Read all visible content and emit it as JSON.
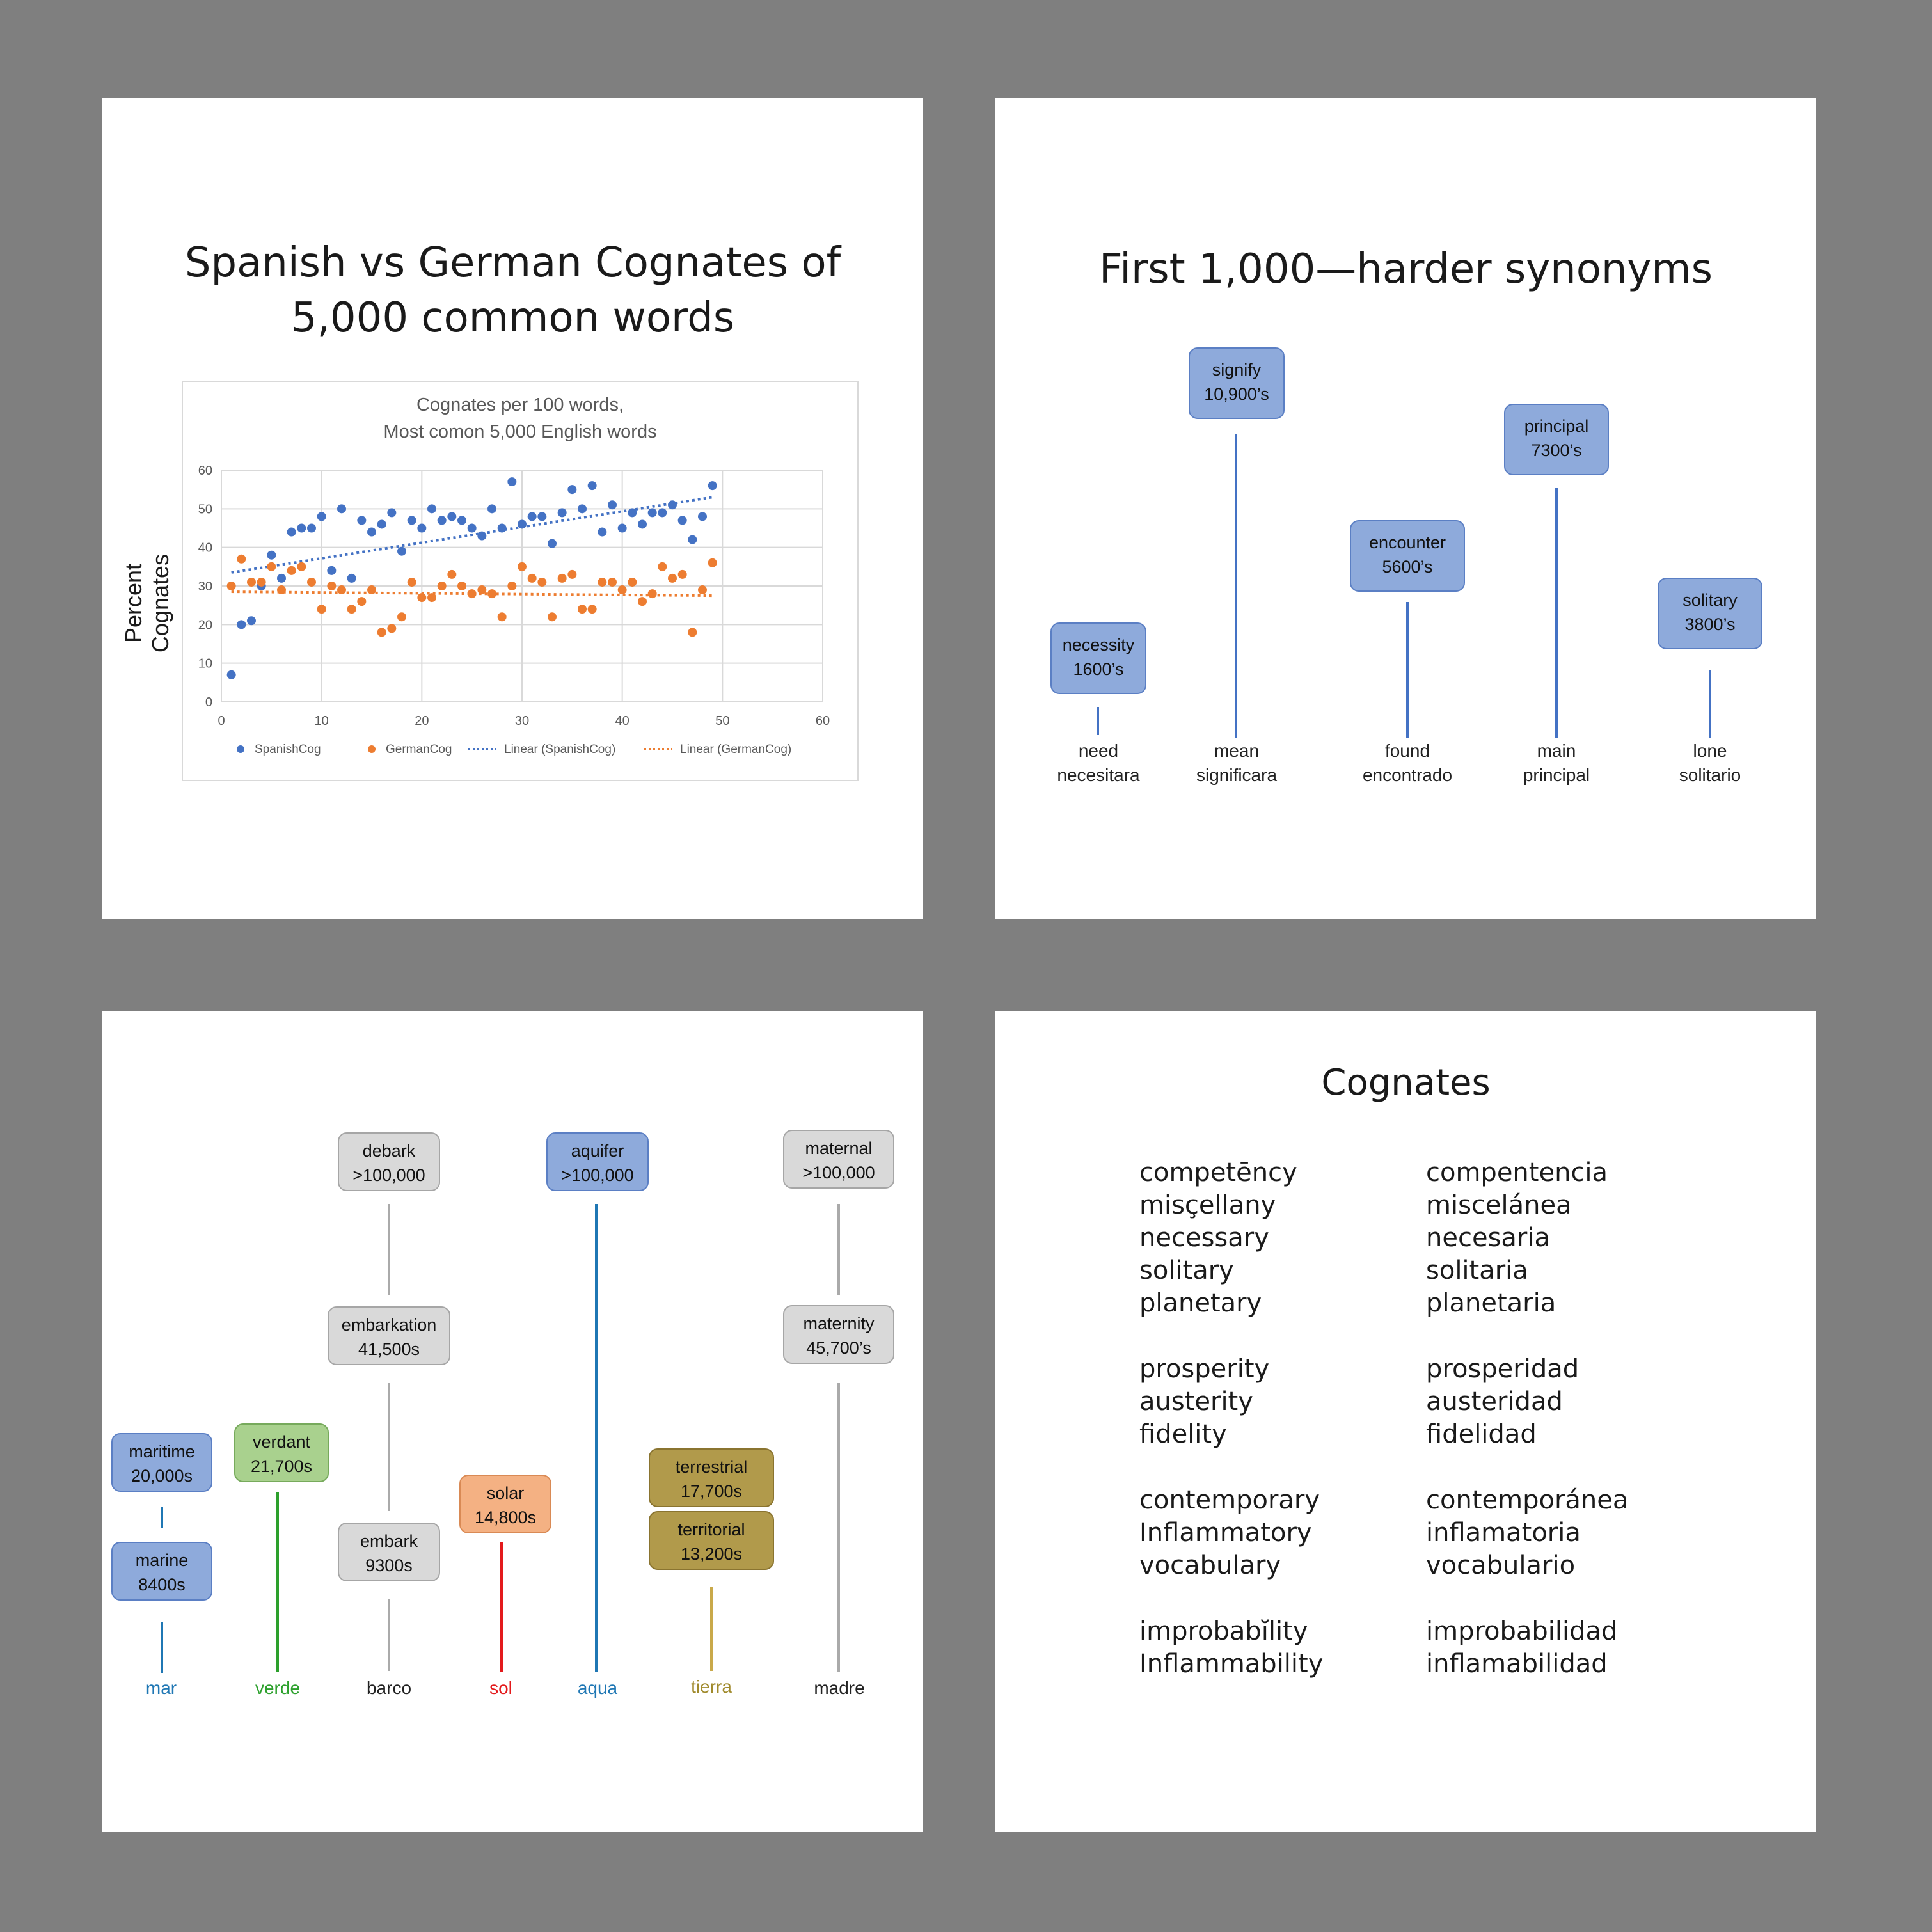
{
  "slide1": {
    "title": "Spanish vs German Cognates of 5,000 common words",
    "ylabel": "Percent Cognates",
    "chart_title_line1": "Cognates per 100 words,",
    "chart_title_line2": "Most comon 5,000 English words"
  },
  "chart_data": {
    "type": "scatter",
    "title": "Cognates per 100 words, Most comon 5,000 English words",
    "xlabel": "",
    "ylabel": "Percent Cognates",
    "xlim": [
      0,
      60
    ],
    "ylim": [
      0,
      60
    ],
    "x_ticks": [
      "0",
      "10",
      "20",
      "30",
      "40",
      "50",
      "60"
    ],
    "y_ticks": [
      "0",
      "10",
      "20",
      "30",
      "40",
      "50",
      "60"
    ],
    "grid": true,
    "legend_position": "bottom",
    "legend": [
      "SpanishCog",
      "GermanCog",
      "Linear (SpanishCog)",
      "Linear (GermanCog)"
    ],
    "series": [
      {
        "name": "SpanishCog",
        "color": "#4472c4",
        "points": [
          [
            1,
            7
          ],
          [
            2,
            20
          ],
          [
            3,
            21
          ],
          [
            4,
            30
          ],
          [
            5,
            38
          ],
          [
            6,
            32
          ],
          [
            7,
            44
          ],
          [
            8,
            45
          ],
          [
            9,
            45
          ],
          [
            10,
            48
          ],
          [
            11,
            34
          ],
          [
            12,
            50
          ],
          [
            13,
            32
          ],
          [
            14,
            47
          ],
          [
            15,
            44
          ],
          [
            16,
            46
          ],
          [
            17,
            49
          ],
          [
            18,
            39
          ],
          [
            19,
            47
          ],
          [
            20,
            45
          ],
          [
            21,
            50
          ],
          [
            22,
            47
          ],
          [
            23,
            48
          ],
          [
            24,
            47
          ],
          [
            25,
            45
          ],
          [
            26,
            43
          ],
          [
            27,
            50
          ],
          [
            28,
            45
          ],
          [
            29,
            57
          ],
          [
            30,
            46
          ],
          [
            31,
            48
          ],
          [
            32,
            48
          ],
          [
            33,
            41
          ],
          [
            34,
            49
          ],
          [
            35,
            55
          ],
          [
            36,
            50
          ],
          [
            37,
            56
          ],
          [
            38,
            44
          ],
          [
            39,
            51
          ],
          [
            40,
            45
          ],
          [
            41,
            49
          ],
          [
            42,
            46
          ],
          [
            43,
            49
          ],
          [
            44,
            49
          ],
          [
            45,
            51
          ],
          [
            46,
            47
          ],
          [
            47,
            42
          ],
          [
            48,
            48
          ],
          [
            49,
            56
          ]
        ]
      },
      {
        "name": "GermanCog",
        "color": "#ed7d31",
        "points": [
          [
            1,
            30
          ],
          [
            2,
            37
          ],
          [
            3,
            31
          ],
          [
            4,
            31
          ],
          [
            5,
            35
          ],
          [
            6,
            29
          ],
          [
            7,
            34
          ],
          [
            8,
            35
          ],
          [
            9,
            31
          ],
          [
            10,
            24
          ],
          [
            11,
            30
          ],
          [
            12,
            29
          ],
          [
            13,
            24
          ],
          [
            14,
            26
          ],
          [
            15,
            29
          ],
          [
            16,
            18
          ],
          [
            17,
            19
          ],
          [
            18,
            22
          ],
          [
            19,
            31
          ],
          [
            20,
            27
          ],
          [
            21,
            27
          ],
          [
            22,
            30
          ],
          [
            23,
            33
          ],
          [
            24,
            30
          ],
          [
            25,
            28
          ],
          [
            26,
            29
          ],
          [
            27,
            28
          ],
          [
            28,
            22
          ],
          [
            29,
            30
          ],
          [
            30,
            35
          ],
          [
            31,
            32
          ],
          [
            32,
            31
          ],
          [
            33,
            22
          ],
          [
            34,
            32
          ],
          [
            35,
            33
          ],
          [
            36,
            24
          ],
          [
            37,
            24
          ],
          [
            38,
            31
          ],
          [
            39,
            31
          ],
          [
            40,
            29
          ],
          [
            41,
            31
          ],
          [
            42,
            26
          ],
          [
            43,
            28
          ],
          [
            44,
            35
          ],
          [
            45,
            32
          ],
          [
            46,
            33
          ],
          [
            47,
            18
          ],
          [
            48,
            29
          ],
          [
            49,
            36
          ]
        ]
      }
    ],
    "trendlines": [
      {
        "name": "Linear (SpanishCog)",
        "color": "#4472c4",
        "from": [
          1,
          33.5
        ],
        "to": [
          49,
          53
        ]
      },
      {
        "name": "Linear (GermanCog)",
        "color": "#ed7d31",
        "from": [
          1,
          28.5
        ],
        "to": [
          49,
          27.5
        ]
      }
    ]
  },
  "slide2": {
    "title": "First 1,000—harder synonyms",
    "boxes": [
      {
        "word": "necessity",
        "rank": "1600’s"
      },
      {
        "word": "signify",
        "rank": "10,900’s"
      },
      {
        "word": "encounter",
        "rank": "5600’s"
      },
      {
        "word": "principal",
        "rank": "7300’s"
      },
      {
        "word": "solitary",
        "rank": "3800’s"
      }
    ],
    "bottom": [
      {
        "en": "need",
        "es": "necesitara"
      },
      {
        "en": "mean",
        "es": "significara"
      },
      {
        "en": "found",
        "es": "encontrado"
      },
      {
        "en": "main",
        "es": "principal"
      },
      {
        "en": "lone",
        "es": "solitario"
      }
    ]
  },
  "slide3": {
    "boxes": {
      "maritime": {
        "word": "maritime",
        "rank": "20,000s"
      },
      "marine": {
        "word": "marine",
        "rank": "8400s"
      },
      "verdant": {
        "word": "verdant",
        "rank": "21,700s"
      },
      "debark": {
        "word": "debark",
        "rank": ">100,000"
      },
      "embarkation": {
        "word": "embarkation",
        "rank": "41,500s"
      },
      "embark": {
        "word": "embark",
        "rank": "9300s"
      },
      "solar": {
        "word": "solar",
        "rank": "14,800s"
      },
      "aquifer": {
        "word": "aquifer",
        "rank": ">100,000"
      },
      "terrestrial": {
        "word": "terrestrial",
        "rank": "17,700s"
      },
      "territorial": {
        "word": "territorial",
        "rank": "13,200s"
      },
      "maternal": {
        "word": "maternal",
        "rank": ">100,000"
      },
      "maternity": {
        "word": "maternity",
        "rank": "45,700’s"
      }
    },
    "roots": [
      {
        "word": "mar",
        "color": "#1f77b4"
      },
      {
        "word": "verde",
        "color": "#2ca02c"
      },
      {
        "word": "barco",
        "color": "#222222"
      },
      {
        "word": "sol",
        "color": "#e31a1c"
      },
      {
        "word": "aqua",
        "color": "#1f77b4"
      },
      {
        "word": "tierra",
        "color": "#a08a2c"
      },
      {
        "word": "madre",
        "color": "#222222"
      }
    ]
  },
  "slide4": {
    "title": "Cognates",
    "groups": [
      [
        [
          "competēncy",
          "compentencia"
        ],
        [
          "misçellany",
          "miscelánea"
        ],
        [
          "necessary",
          "necesaria"
        ],
        [
          "solitary",
          "solitaria"
        ],
        [
          "planetary",
          "planetaria"
        ]
      ],
      [
        [
          "prosperity",
          "prosperidad"
        ],
        [
          "austerity",
          "austeridad"
        ],
        [
          "fidelity",
          "fidelidad"
        ]
      ],
      [
        [
          "contemporary",
          "contemporánea"
        ],
        [
          "Inflammatory",
          "inflamatoria"
        ],
        [
          "vocabulary",
          "vocabulario"
        ]
      ],
      [
        [
          "improbabĭlity",
          "improbabilidad"
        ],
        [
          "Inflammability",
          "inflamabilidad"
        ]
      ]
    ]
  }
}
